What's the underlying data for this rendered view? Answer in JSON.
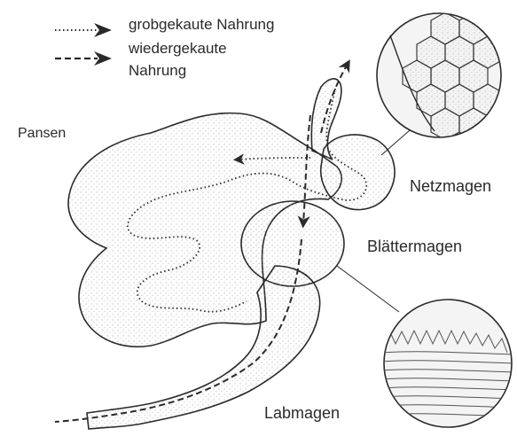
{
  "legend": {
    "dotted_label": "grobgekaute Nahrung",
    "dashed_label_line1": "wiedergekaute",
    "dashed_label_line2": "Nahrung"
  },
  "labels": {
    "pansen": "Pansen",
    "netzmagen": "Netzmagen",
    "blaettermagen": "Blättermagen",
    "labmagen": "Labmagen"
  },
  "colors": {
    "ink": "#2a2a2a",
    "stipple": "#9a9a9a",
    "background": "#ffffff"
  }
}
